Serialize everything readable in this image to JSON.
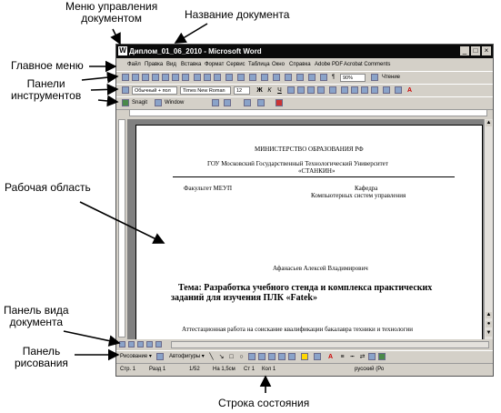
{
  "callouts": {
    "doc_control_menu": [
      "Меню управления",
      "документом"
    ],
    "doc_name": "Название документа",
    "main_menu": "Главное меню",
    "toolbars": [
      "Панели",
      "инструментов"
    ],
    "work_area": "Рабочая область",
    "view_panel": [
      "Панель вида",
      "документа"
    ],
    "draw_panel": [
      "Панель",
      "рисования"
    ],
    "status_bar": "Строка состояния"
  },
  "window": {
    "title": "Диплом_01_06_2010 - Microsoft Word",
    "buttons": [
      "_",
      "□",
      "×"
    ],
    "menu": [
      "Файл",
      "Правка",
      "Вид",
      "Вставка",
      "Формат",
      "Сервис",
      "Таблица",
      "Окно",
      "Справка",
      "Adobe PDF",
      "Acrobat Comments"
    ],
    "toolbar": {
      "zoom": "90%",
      "read": "Чтение",
      "style": "Обычный + пол",
      "font": "Times New Roman",
      "size": "12",
      "snagit": "Snagit",
      "window": "Window"
    },
    "draw": {
      "draw_label": "Рисование ▾",
      "autoshapes": "Автофигуры ▾"
    },
    "status": {
      "page": "Стр. 1",
      "section": "Разд 1",
      "pages": "1/52",
      "at": "На 1,5см",
      "line": "Ст 1",
      "col": "Кол 1",
      "lang": "русский (Ро"
    }
  },
  "document": {
    "line1": "МИНИСТЕРСТВО ОБРАЗОВАНИЯ РФ",
    "line2": "ГОУ Московский Государственный Технологический Университет",
    "line3": "«СТАНКИН»",
    "faculty": "Факультет   МЕУП",
    "dept": "Кафедра",
    "dept2": "Компьютерных систем управления",
    "author": "Афанасьев Алексей Владимирович",
    "topic1": "Тема: Разработка учебного стенда и комплекса практических",
    "topic2": "заданий для изучения ПЛК «Fatek»",
    "footer": "Аттестационная работа на соискание квалификации бакалавра техники и технологии"
  }
}
